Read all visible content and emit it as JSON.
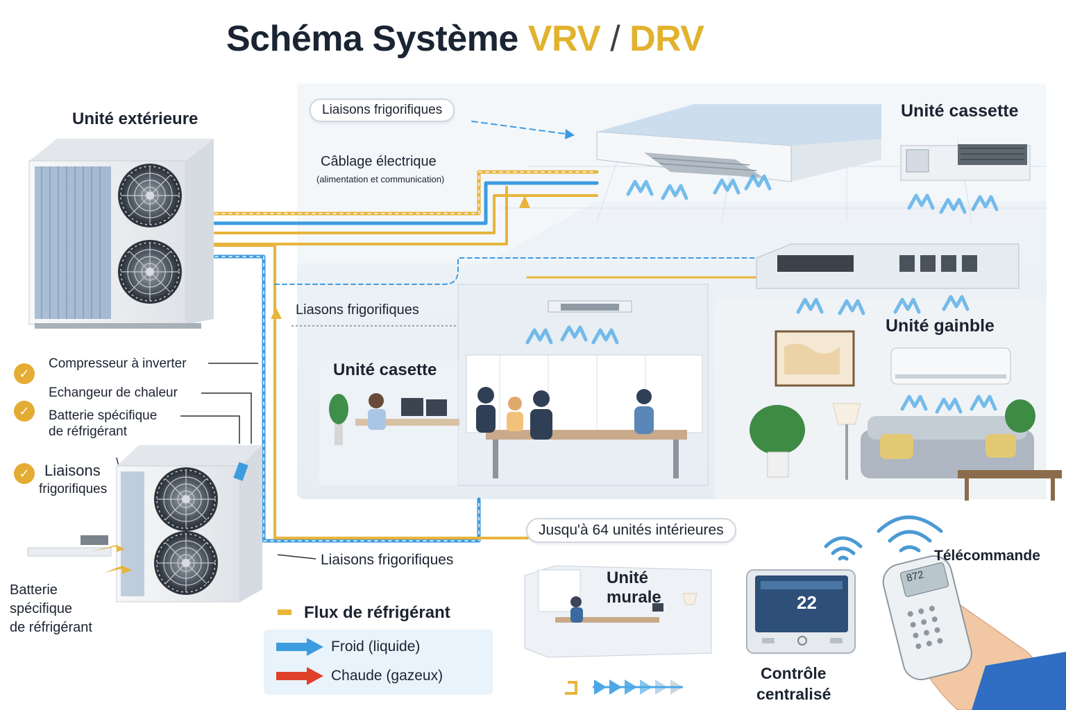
{
  "title": {
    "main": "Schéma Système",
    "vrv": "VRV",
    "slash": "/",
    "drv": "DRV"
  },
  "colors": {
    "accent": "#e2b22e",
    "cold": "#3d9be0",
    "hot": "#e0402a",
    "pipe_yellow": "#e8b43a",
    "panel": "#eef4f9"
  },
  "labels": {
    "outdoor_unit": "Unité extérieure",
    "liaisons_top": "Liaisons frigorifiques",
    "cablage": "Câblage électrique",
    "cablage_sub": "(alimentation et communication)",
    "cassette_top": "Unité cassette",
    "liaisons_mid": "Liasons frigorifiques",
    "cassette_office": "Unité casette",
    "gainable": "Unité gainble",
    "compresseur": "Compresseur à inverter",
    "echangeur": "Echangeur de chaleur",
    "batterie_a": "Batterie spécifique",
    "batterie_b": "de réfrigérant",
    "liaisons_left_a": "Liaisons",
    "liaisons_left_b": "frigorifiques",
    "batterie_bl_a": "Batterie",
    "batterie_bl_b": "spécifique",
    "batterie_bl_c": "de réfrigérant",
    "liaisons_bottom": "Liaisons frigorifiques",
    "jusqua": "Jusqu'à 64 unités intérieures",
    "murale_a": "Unité",
    "murale_b": "murale",
    "telecommande": "Télécommande",
    "controle_a": "Contrôle",
    "controle_b": "centralisé"
  },
  "legend": {
    "title": "Flux de réfrigérant",
    "cold": "Froid (liquide)",
    "hot": "Chaude (gazeux)"
  },
  "displays": {
    "thermostat_temp": "22",
    "remote_temp": "872"
  },
  "icons": [
    "check-icon",
    "fan-icon",
    "wifi-icon",
    "arrow-right-icon",
    "airflow-icon"
  ]
}
